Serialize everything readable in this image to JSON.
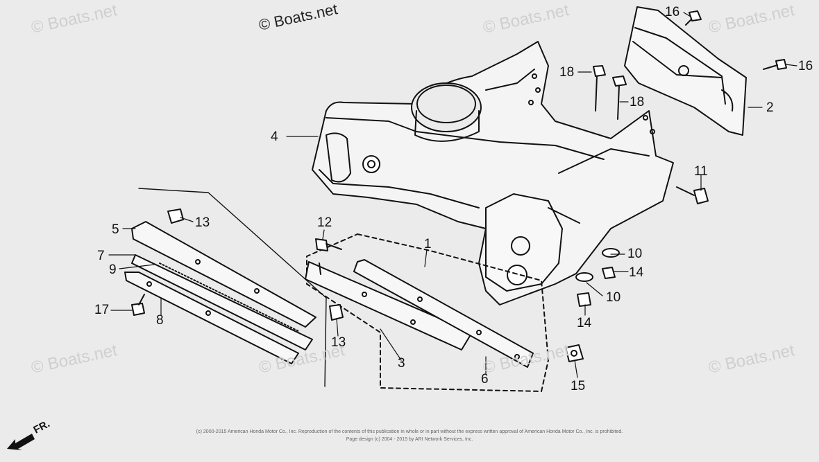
{
  "watermark": "© Boats.net",
  "callouts": [
    {
      "id": "1",
      "label": "1"
    },
    {
      "id": "2",
      "label": "2"
    },
    {
      "id": "3",
      "label": "3"
    },
    {
      "id": "4",
      "label": "4"
    },
    {
      "id": "5",
      "label": "5"
    },
    {
      "id": "6",
      "label": "6"
    },
    {
      "id": "7",
      "label": "7"
    },
    {
      "id": "8",
      "label": "8"
    },
    {
      "id": "9",
      "label": "9"
    },
    {
      "id": "10a",
      "label": "10"
    },
    {
      "id": "10b",
      "label": "10"
    },
    {
      "id": "11",
      "label": "11"
    },
    {
      "id": "12",
      "label": "12"
    },
    {
      "id": "13a",
      "label": "13"
    },
    {
      "id": "13b",
      "label": "13"
    },
    {
      "id": "14a",
      "label": "14"
    },
    {
      "id": "14b",
      "label": "14"
    },
    {
      "id": "15",
      "label": "15"
    },
    {
      "id": "16a",
      "label": "16"
    },
    {
      "id": "16b",
      "label": "16"
    },
    {
      "id": "17",
      "label": "17"
    },
    {
      "id": "18a",
      "label": "18"
    },
    {
      "id": "18b",
      "label": "18"
    }
  ],
  "front_arrow": {
    "label": "FR.",
    "icon": "front-direction-arrow-icon"
  },
  "footer": {
    "line1": "(c) 2000-2015 American Honda Motor Co., Inc. Reproduction of the contents of this publication in whole or in part without the express written approval of American Honda Motor Co., Inc. is prohibited.",
    "line2": "Page design (c) 2004 - 2015 by ARI Network Services, Inc."
  }
}
